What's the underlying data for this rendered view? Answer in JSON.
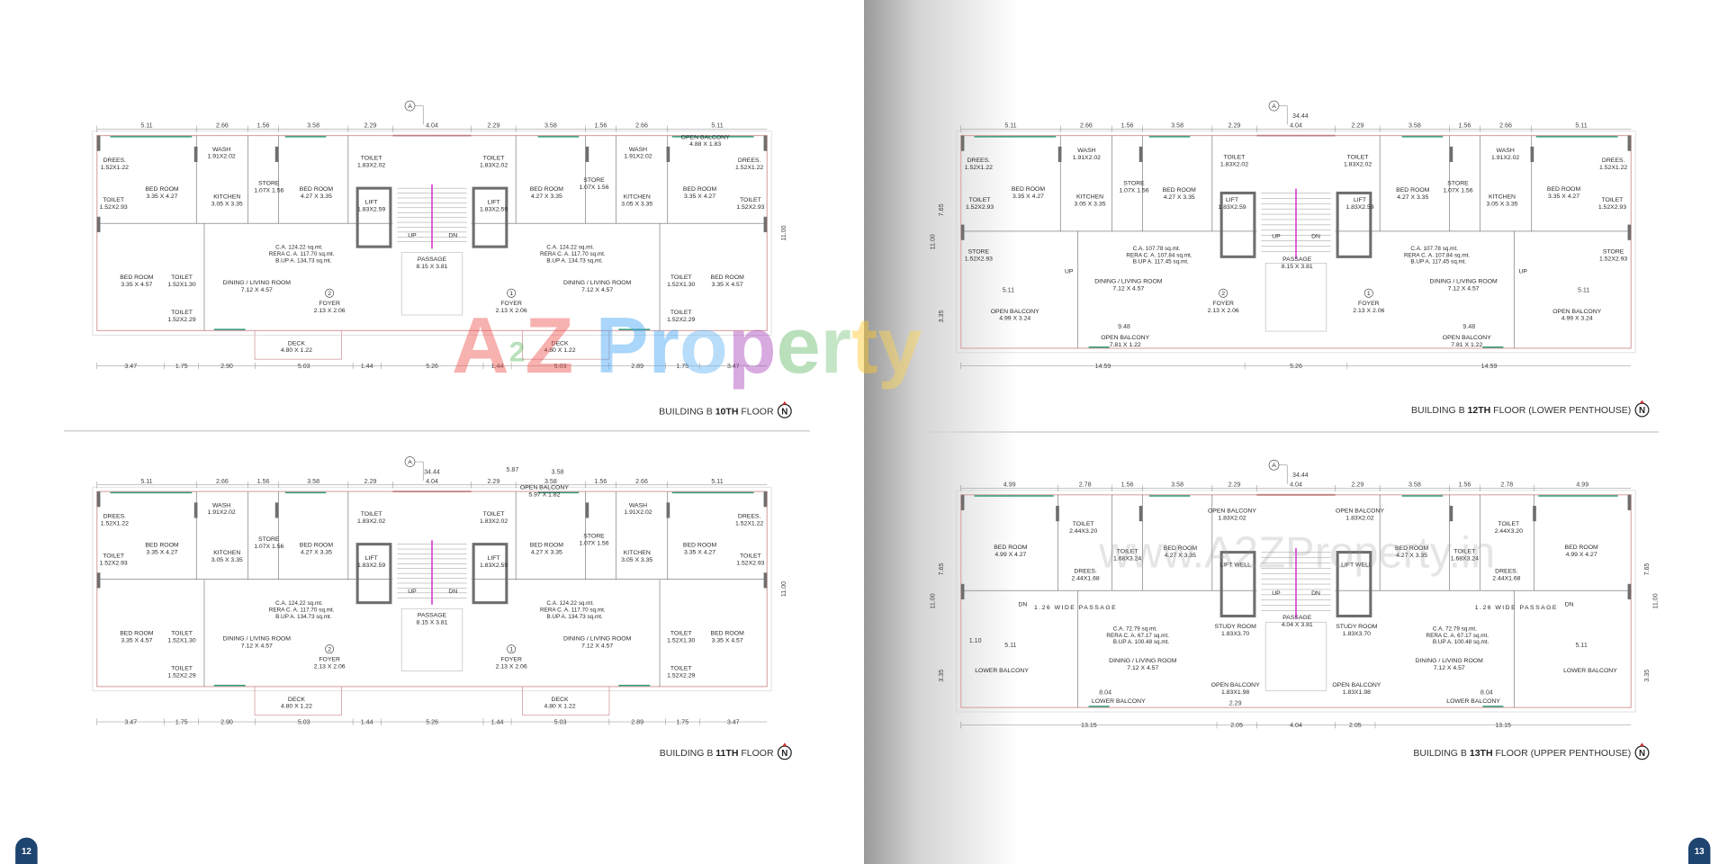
{
  "pages": [
    {
      "number": "12"
    },
    {
      "number": "13"
    }
  ],
  "colors": {
    "page_badge": "#1e4470",
    "wall": "#d8a3a3",
    "partition": "#6a6a6a",
    "window": "#2f9a7a",
    "column": "#6e6e6e",
    "handrail": "#d43ad4",
    "north_arrow": "#d32f2f"
  },
  "watermark": {
    "brand": "A2Z Property",
    "brand_colors": [
      "#ef5350",
      "#66bb6a",
      "#ef5350",
      "#ffffff",
      "#42a5f5",
      "#42a5f5",
      "#64b5f6",
      "#ab47bc",
      "#66bb6a",
      "#81c784",
      "#ffca28",
      "#ffd54f"
    ],
    "url": "www.A2ZProperty.in"
  },
  "plans": [
    {
      "caption": {
        "prefix": "BUILDING B ",
        "floor": "10TH",
        "suffix": " FLOOR"
      },
      "north": "N",
      "grid_marker": "A",
      "dims_top": [
        "5.11",
        "2.66",
        "1.56",
        "3.58",
        "2.29",
        "4.04",
        "2.29",
        "3.58",
        "1.56",
        "2.66",
        "5.11"
      ],
      "dims_bottom": [
        "3.47",
        "1.75",
        "2.90",
        "5.03",
        "1.44",
        "5.26",
        "1.44",
        "5.03",
        "2.89",
        "1.75",
        "3.47"
      ],
      "dims_side": [
        "11.00"
      ],
      "dims_extra": [],
      "rooms_left": [
        {
          "name": "DREES.",
          "size": "1.52X1.22"
        },
        {
          "name": "TOILET",
          "size": "1.52X2.93"
        },
        {
          "name": "BED ROOM",
          "size": "3.35 X 4.27"
        },
        {
          "name": "WASH",
          "size": "1.91X2.02"
        },
        {
          "name": "KITCHEN",
          "size": "3.05 X 3.35"
        },
        {
          "name": "STORE",
          "size": "1.07X 1.56"
        },
        {
          "name": "BED ROOM",
          "size": "4.27 X 3.35"
        },
        {
          "name": "TOILET",
          "size": "1.83X2.02"
        },
        {
          "name": "LIFT",
          "size": "1.83X2.59"
        },
        {
          "name": "BED ROOM",
          "size": "3.35 X 4.57"
        },
        {
          "name": "TOILET",
          "size": "1.52X1.30"
        },
        {
          "name": "TOILET",
          "size": "1.52X2.29"
        },
        {
          "name": "DINING / LIVING ROOM",
          "size": "7.12 X 4.57"
        },
        {
          "name": "FOYER",
          "size": "2.13 X 2.06"
        },
        {
          "name": "DECK",
          "size": "4.80 X 1.22"
        }
      ],
      "rooms_right": [
        {
          "name": "DREES.",
          "size": "1.52X1.22"
        },
        {
          "name": "TOILET",
          "size": "1.52X2.93"
        },
        {
          "name": "BED ROOM",
          "size": "3.35 X 4.27"
        },
        {
          "name": "WASH",
          "size": "1.91X2.02"
        },
        {
          "name": "KITCHEN",
          "size": "3.05 X 3.35"
        },
        {
          "name": "STORE",
          "size": "1.07X 1.56"
        },
        {
          "name": "BED ROOM",
          "size": "4.27 X 3.35"
        },
        {
          "name": "TOILET",
          "size": "1.83X2.02"
        },
        {
          "name": "LIFT",
          "size": "1.83X2.59"
        },
        {
          "name": "BED ROOM",
          "size": "3.35 X 4.57"
        },
        {
          "name": "TOILET",
          "size": "1.52X1.30"
        },
        {
          "name": "TOILET",
          "size": "1.52X2.29"
        },
        {
          "name": "DINING / LIVING ROOM",
          "size": "7.12 X 4.57"
        },
        {
          "name": "FOYER",
          "size": "2.13 X 2.06"
        },
        {
          "name": "DECK",
          "size": "4.80 X 1.22"
        }
      ],
      "rooms_center": [
        {
          "name": "PASSAGE",
          "size": "8.15 X 3.81"
        },
        {
          "name": "UP",
          "size": ""
        },
        {
          "name": "DN",
          "size": ""
        },
        {
          "name": "OPEN BALCONY",
          "size": "4.88 X 1.83"
        }
      ],
      "foyer_numbers": [
        "2",
        "1"
      ],
      "areas": [
        {
          "ca": "C.A. 124.22 sq.mt.",
          "rera": "RERA C. A. 117.70 sq.mt.",
          "bup": "B.UP A. 134.73 sq.mt."
        },
        {
          "ca": "C.A. 124.22 sq.mt.",
          "rera": "RERA C. A. 117.70 sq.mt.",
          "bup": "B.UP A. 134.73 sq.mt."
        }
      ]
    },
    {
      "caption": {
        "prefix": "BUILDING B ",
        "floor": "11TH",
        "suffix": " FLOOR"
      },
      "north": "N",
      "grid_marker": "A",
      "dims_top": [
        "5.11",
        "2.66",
        "1.56",
        "3.58",
        "2.29",
        "4.04",
        "2.29",
        "3.58",
        "1.56",
        "2.66",
        "5.11"
      ],
      "dims_bottom": [
        "3.47",
        "1.75",
        "2.90",
        "5.03",
        "1.44",
        "5.26",
        "1.44",
        "5.03",
        "2.89",
        "1.75",
        "3.47"
      ],
      "dims_side": [
        "11.00"
      ],
      "dims_extra": [
        "34.44",
        "5.87",
        "3.58"
      ],
      "rooms_left": [
        {
          "name": "DREES.",
          "size": "1.52X1.22"
        },
        {
          "name": "TOILET",
          "size": "1.52X2.93"
        },
        {
          "name": "BED ROOM",
          "size": "3.35 X 4.27"
        },
        {
          "name": "WASH",
          "size": "1.91X2.02"
        },
        {
          "name": "KITCHEN",
          "size": "3.05 X 3.35"
        },
        {
          "name": "STORE",
          "size": "1.07X 1.56"
        },
        {
          "name": "BED ROOM",
          "size": "4.27 X 3.35"
        },
        {
          "name": "TOILET",
          "size": "1.83X2.02"
        },
        {
          "name": "LIFT",
          "size": "1.83X2.59"
        },
        {
          "name": "BED ROOM",
          "size": "3.35 X 4.57"
        },
        {
          "name": "TOILET",
          "size": "1.52X1.30"
        },
        {
          "name": "TOILET",
          "size": "1.52X2.29"
        },
        {
          "name": "DINING / LIVING ROOM",
          "size": "7.12 X 4.57"
        },
        {
          "name": "FOYER",
          "size": "2.13 X 2.06"
        },
        {
          "name": "DECK",
          "size": "4.80 X 1.22"
        }
      ],
      "rooms_right": [
        {
          "name": "DREES.",
          "size": "1.52X1.22"
        },
        {
          "name": "TOILET",
          "size": "1.52X2.93"
        },
        {
          "name": "BED ROOM",
          "size": "3.35 X 4.27"
        },
        {
          "name": "WASH",
          "size": "1.91X2.02"
        },
        {
          "name": "KITCHEN",
          "size": "3.05 X 3.35"
        },
        {
          "name": "STORE",
          "size": "1.07X 1.56"
        },
        {
          "name": "BED ROOM",
          "size": "4.27 X 3.35"
        },
        {
          "name": "TOILET",
          "size": "1.83X2.02"
        },
        {
          "name": "LIFT",
          "size": "1.83X2.59"
        },
        {
          "name": "BED ROOM",
          "size": "3.35 X 4.57"
        },
        {
          "name": "TOILET",
          "size": "1.52X1.30"
        },
        {
          "name": "TOILET",
          "size": "1.52X2.29"
        },
        {
          "name": "DINING / LIVING ROOM",
          "size": "7.12 X 4.57"
        },
        {
          "name": "FOYER",
          "size": "2.13 X 2.06"
        },
        {
          "name": "DECK",
          "size": "4.80 X 1.22"
        }
      ],
      "rooms_center": [
        {
          "name": "PASSAGE",
          "size": "8.15 X 3.81"
        },
        {
          "name": "UP",
          "size": ""
        },
        {
          "name": "DN",
          "size": ""
        },
        {
          "name": "OPEN BALCONY",
          "size": "5.97 X 1.82"
        }
      ],
      "foyer_numbers": [
        "2",
        "1"
      ],
      "areas": [
        {
          "ca": "C.A. 124.22 sq.mt.",
          "rera": "RERA C. A. 117.70 sq.mt.",
          "bup": "B.UP A. 134.73 sq.mt."
        },
        {
          "ca": "C.A. 124.22 sq.mt.",
          "rera": "RERA C. A. 117.70 sq.mt.",
          "bup": "B.UP A. 134.73 sq.mt."
        }
      ]
    },
    {
      "caption": {
        "prefix": "BUILDING B ",
        "floor": "12TH",
        "suffix": " FLOOR (LOWER PENTHOUSE)"
      },
      "north": "N",
      "grid_marker": "A",
      "dims_top": [
        "5.11",
        "2.66",
        "1.56",
        "3.58",
        "2.29",
        "4.04",
        "2.29",
        "3.58",
        "1.56",
        "2.66",
        "5.11"
      ],
      "dims_bottom": [
        "14.59",
        "5.26",
        "14.59"
      ],
      "dims_side": [
        "7.65",
        "11.00",
        "3.35"
      ],
      "dims_extra": [
        "34.44",
        "5.11",
        "5.11",
        "9.48",
        "9.48"
      ],
      "rooms_left": [
        {
          "name": "DREES.",
          "size": "1.52X1.22"
        },
        {
          "name": "TOILET",
          "size": "1.52X2.93"
        },
        {
          "name": "BED ROOM",
          "size": "3.35 X 4.27"
        },
        {
          "name": "WASH",
          "size": "1.91X2.02"
        },
        {
          "name": "KITCHEN",
          "size": "3.05 X 3.35"
        },
        {
          "name": "STORE",
          "size": "1.07X 1.56"
        },
        {
          "name": "BED ROOM",
          "size": "4.27 X 3.35"
        },
        {
          "name": "TOILET",
          "size": "1.83X2.02"
        },
        {
          "name": "LIFT",
          "size": "1.83X2.59"
        },
        {
          "name": "STORE",
          "size": "1.52X2.93"
        },
        {
          "name": "DINING / LIVING ROOM",
          "size": "7.12 X 4.57"
        },
        {
          "name": "FOYER",
          "size": "2.13 X 2.06"
        },
        {
          "name": "OPEN BALCONY",
          "size": "4.99 X 3.24"
        },
        {
          "name": "OPEN BALCONY",
          "size": "7.81 X 1.22"
        },
        {
          "name": "UP",
          "size": ""
        }
      ],
      "rooms_right": [
        {
          "name": "DREES.",
          "size": "1.52X1.22"
        },
        {
          "name": "TOILET",
          "size": "1.52X2.93"
        },
        {
          "name": "BED ROOM",
          "size": "3.35 X 4.27"
        },
        {
          "name": "WASH",
          "size": "1.91X2.02"
        },
        {
          "name": "KITCHEN",
          "size": "3.05 X 3.35"
        },
        {
          "name": "STORE",
          "size": "1.07X 1.56"
        },
        {
          "name": "BED ROOM",
          "size": "4.27 X 3.35"
        },
        {
          "name": "TOILET",
          "size": "1.83X2.02"
        },
        {
          "name": "LIFT",
          "size": "1.83X2.59"
        },
        {
          "name": "STORE",
          "size": "1.52X2.93"
        },
        {
          "name": "DINING / LIVING ROOM",
          "size": "7.12 X 4.57"
        },
        {
          "name": "FOYER",
          "size": "2.13 X 2.06"
        },
        {
          "name": "OPEN BALCONY",
          "size": "4.99 X 3.24"
        },
        {
          "name": "OPEN BALCONY",
          "size": "7.81 X 1.22"
        },
        {
          "name": "UP",
          "size": ""
        }
      ],
      "rooms_center": [
        {
          "name": "PASSAGE",
          "size": "8.15 X 3.81"
        },
        {
          "name": "UP",
          "size": ""
        },
        {
          "name": "DN",
          "size": ""
        }
      ],
      "foyer_numbers": [
        "2",
        "1"
      ],
      "areas": [
        {
          "ca": "C.A. 107.78 sq.mt.",
          "rera": "RERA C. A. 107.84 sq.mt.",
          "bup": "B.UP A. 117.45 sq.mt."
        },
        {
          "ca": "C.A. 107.78 sq.mt.",
          "rera": "RERA C. A. 107.84 sq.mt.",
          "bup": "B.UP A. 117.45 sq.mt."
        }
      ]
    },
    {
      "caption": {
        "prefix": "BUILDING B ",
        "floor": "13TH",
        "suffix": " FLOOR (UPPER PENTHOUSE)"
      },
      "north": "N",
      "grid_marker": "A",
      "dims_top": [
        "4.99",
        "2.78",
        "1.56",
        "3.58",
        "2.29",
        "4.04",
        "2.29",
        "3.58",
        "1.56",
        "2.78",
        "4.99"
      ],
      "dims_bottom": [
        "13.15",
        "2.05",
        "4.04",
        "2.05",
        "13.15"
      ],
      "dims_side": [
        "7.65",
        "11.00",
        "3.35"
      ],
      "dims_extra": [
        "34.44",
        "5.11",
        "5.11",
        "8.04",
        "8.04",
        "1.10",
        "2.29"
      ],
      "rooms_left": [
        {
          "name": "BED ROOM",
          "size": "4.99 X 4.27"
        },
        {
          "name": "TOILET",
          "size": "2.44X3.20"
        },
        {
          "name": "TOILET",
          "size": "1.68X3.24"
        },
        {
          "name": "DREES.",
          "size": "2.44X1.68"
        },
        {
          "name": "BED ROOM",
          "size": "4.27 X 3.35"
        },
        {
          "name": "OPEN BALCONY",
          "size": "1.83X2.02"
        },
        {
          "name": "LIFT WELL",
          "size": ""
        },
        {
          "name": "STUDY ROOM",
          "size": "1.83X3.70"
        },
        {
          "name": "1.26 WIDE PASSAGE",
          "size": ""
        },
        {
          "name": "DN",
          "size": ""
        },
        {
          "name": "DINING / LIVING ROOM",
          "size": "7.12 X 4.57"
        },
        {
          "name": "LOWER BALCONY",
          "size": ""
        },
        {
          "name": "LOWER BALCONY",
          "size": ""
        },
        {
          "name": "OPEN BALCONY",
          "size": "1.83X1.98"
        }
      ],
      "rooms_right": [
        {
          "name": "BED ROOM",
          "size": "4.99 X 4.27"
        },
        {
          "name": "TOILET",
          "size": "2.44X3.20"
        },
        {
          "name": "TOILET",
          "size": "1.68X3.24"
        },
        {
          "name": "DREES.",
          "size": "2.44X1.68"
        },
        {
          "name": "BED ROOM",
          "size": "4.27 X 3.35"
        },
        {
          "name": "OPEN BALCONY",
          "size": "1.83X2.02"
        },
        {
          "name": "LIFT WELL",
          "size": ""
        },
        {
          "name": "STUDY ROOM",
          "size": "1.83X3.70"
        },
        {
          "name": "1.26 WIDE PASSAGE",
          "size": ""
        },
        {
          "name": "DN",
          "size": ""
        },
        {
          "name": "DINING / LIVING ROOM",
          "size": "7.12 X 4.57"
        },
        {
          "name": "LOWER BALCONY",
          "size": ""
        },
        {
          "name": "LOWER BALCONY",
          "size": ""
        },
        {
          "name": "OPEN BALCONY",
          "size": "1.83X1.98"
        }
      ],
      "rooms_center": [
        {
          "name": "PASSAGE",
          "size": "4.04 X 3.81"
        },
        {
          "name": "UP",
          "size": ""
        },
        {
          "name": "DN",
          "size": ""
        }
      ],
      "foyer_numbers": [],
      "areas": [
        {
          "ca": "C.A. 72.79 sq.mt.",
          "rera": "RERA C. A. 67.17 sq.mt.",
          "bup": "B.UP A. 100.48 sq.mt."
        },
        {
          "ca": "C.A. 72.79 sq.mt.",
          "rera": "RERA C. A. 67.17 sq.mt.",
          "bup": "B.UP A. 100.48 sq.mt."
        }
      ]
    }
  ]
}
